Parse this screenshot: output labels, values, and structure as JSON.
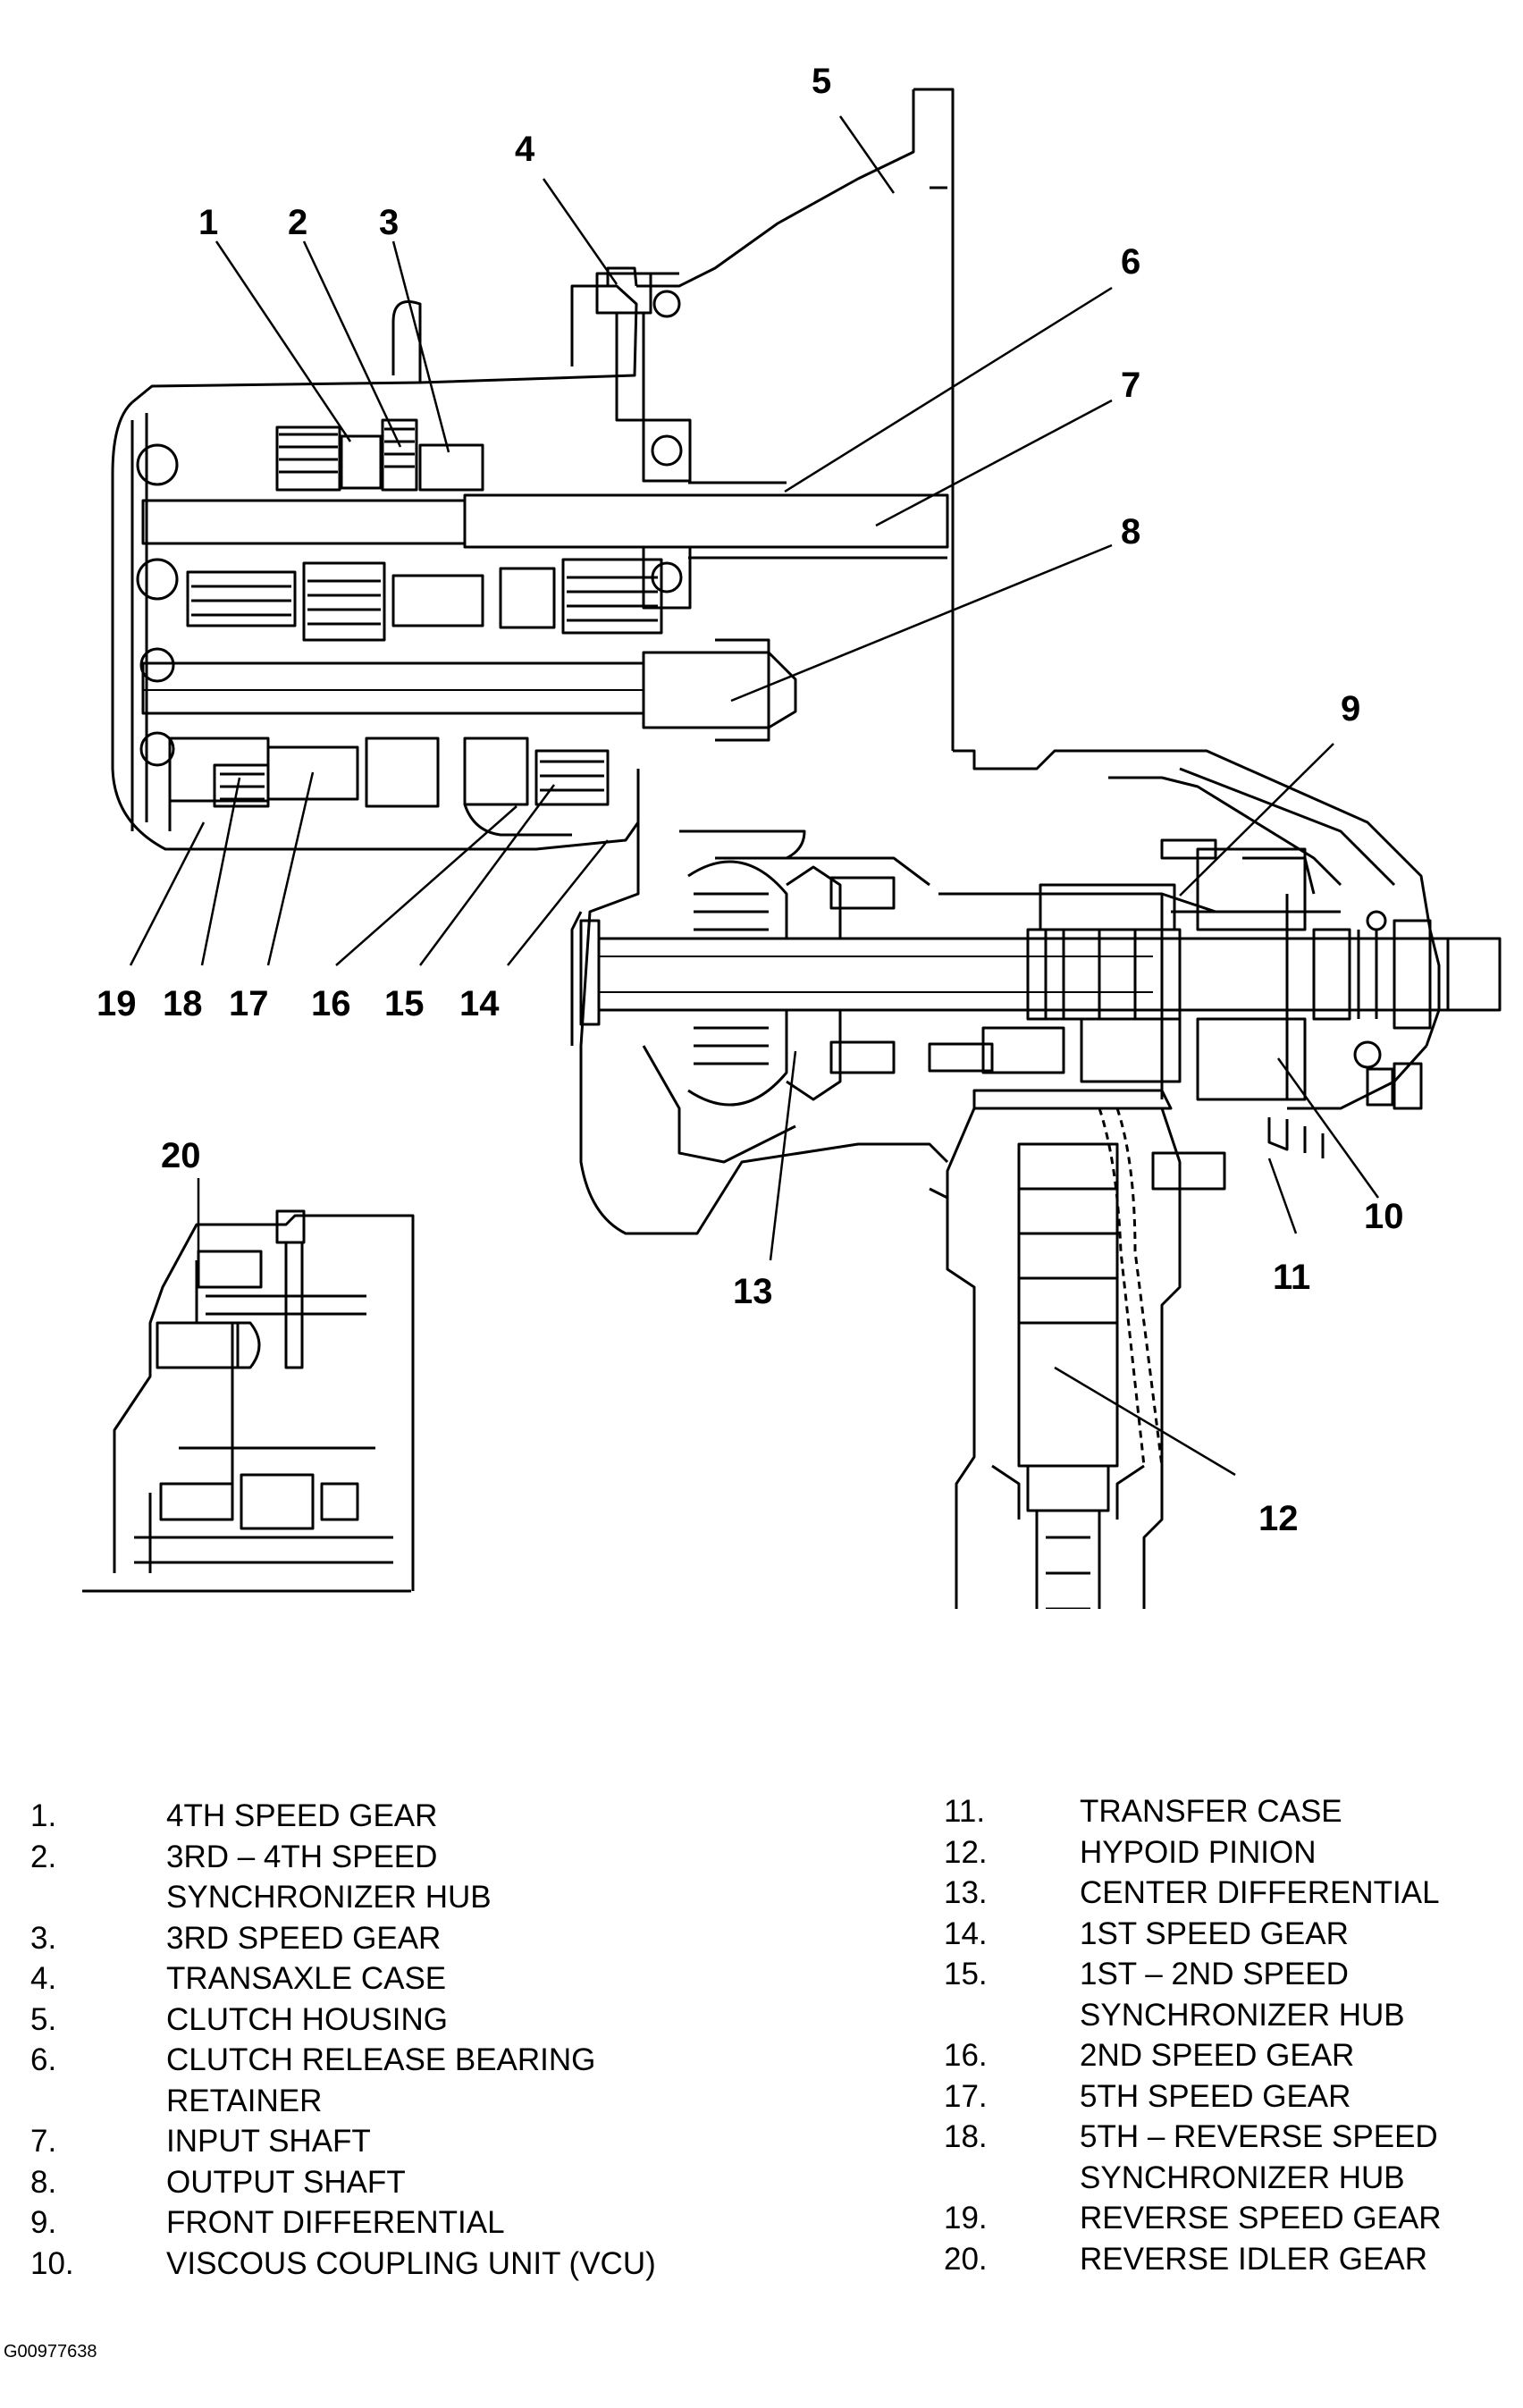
{
  "callouts": [
    "1",
    "2",
    "3",
    "4",
    "5",
    "6",
    "7",
    "8",
    "9",
    "10",
    "11",
    "12",
    "13",
    "14",
    "15",
    "16",
    "17",
    "18",
    "19",
    "20"
  ],
  "legend_left": [
    {
      "num": "1.",
      "lines": [
        "4TH SPEED GEAR"
      ]
    },
    {
      "num": "2.",
      "lines": [
        "3RD – 4TH SPEED",
        "SYNCHRONIZER HUB"
      ]
    },
    {
      "num": "3.",
      "lines": [
        "3RD SPEED GEAR"
      ]
    },
    {
      "num": "4.",
      "lines": [
        "TRANSAXLE CASE"
      ]
    },
    {
      "num": "5.",
      "lines": [
        "CLUTCH HOUSING"
      ]
    },
    {
      "num": "6.",
      "lines": [
        "CLUTCH RELEASE BEARING",
        "RETAINER"
      ]
    },
    {
      "num": "7.",
      "lines": [
        "INPUT SHAFT"
      ]
    },
    {
      "num": "8.",
      "lines": [
        "OUTPUT SHAFT"
      ]
    },
    {
      "num": "9.",
      "lines": [
        "FRONT DIFFERENTIAL"
      ]
    },
    {
      "num": "10.",
      "lines": [
        "VISCOUS COUPLING UNIT (VCU)"
      ]
    }
  ],
  "legend_right": [
    {
      "num": "11.",
      "lines": [
        "TRANSFER CASE"
      ]
    },
    {
      "num": "12.",
      "lines": [
        "HYPOID PINION"
      ]
    },
    {
      "num": "13.",
      "lines": [
        "CENTER DIFFERENTIAL"
      ]
    },
    {
      "num": "14.",
      "lines": [
        "1ST SPEED GEAR"
      ]
    },
    {
      "num": "15.",
      "lines": [
        "1ST – 2ND SPEED",
        "SYNCHRONIZER HUB"
      ]
    },
    {
      "num": "16.",
      "lines": [
        "2ND SPEED GEAR"
      ]
    },
    {
      "num": "17.",
      "lines": [
        "5TH SPEED GEAR"
      ]
    },
    {
      "num": "18.",
      "lines": [
        "5TH – REVERSE SPEED",
        "SYNCHRONIZER HUB"
      ]
    },
    {
      "num": "19.",
      "lines": [
        "REVERSE SPEED GEAR"
      ]
    },
    {
      "num": "20.",
      "lines": [
        "REVERSE IDLER GEAR"
      ]
    }
  ],
  "figure_id": "G00977638"
}
